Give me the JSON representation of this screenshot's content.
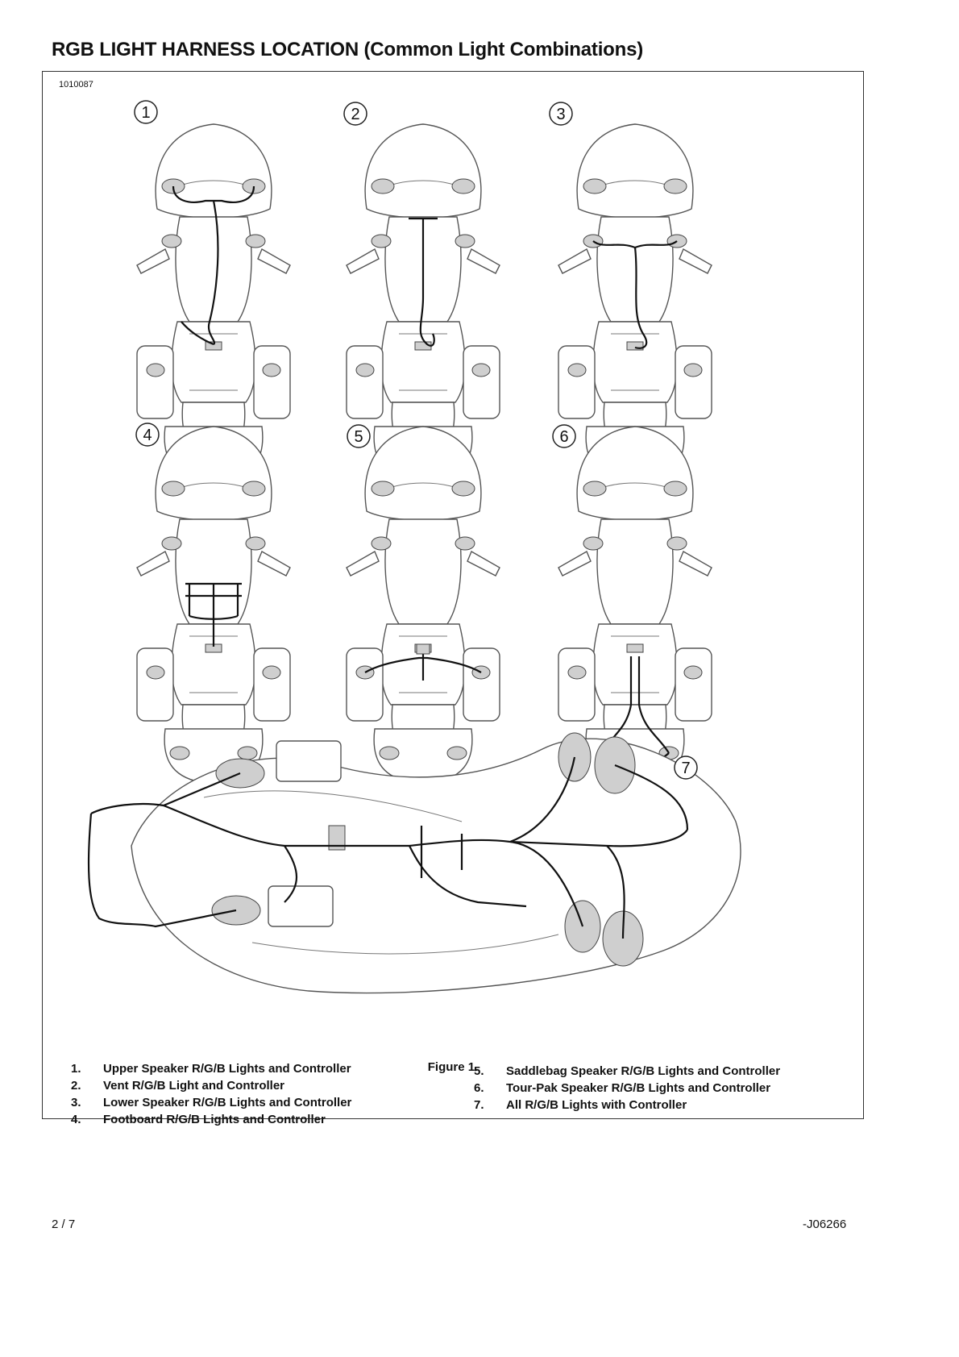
{
  "title": "RGB LIGHT HARNESS LOCATION (Common Light Combinations)",
  "figure": {
    "id": "1010087",
    "caption": "Figure 1.",
    "panels": [
      "1",
      "2",
      "3",
      "4",
      "5",
      "6",
      "7"
    ]
  },
  "legend": {
    "left": [
      {
        "num": "1.",
        "label": "Upper Speaker R/G/B Lights and Controller"
      },
      {
        "num": "2.",
        "label": "Vent R/G/B Light and Controller"
      },
      {
        "num": "3.",
        "label": "Lower Speaker R/G/B Lights and Controller"
      },
      {
        "num": "4.",
        "label": "Footboard R/G/B Lights and Controller"
      }
    ],
    "right": [
      {
        "num": "5.",
        "label": "Saddlebag Speaker R/G/B Lights and Controller"
      },
      {
        "num": "6.",
        "label": "Tour-Pak Speaker R/G/B Lights and Controller"
      },
      {
        "num": "7.",
        "label": "All R/G/B Lights with Controller"
      }
    ]
  },
  "footer": {
    "page": "2 / 7",
    "doc_number": "-J06266"
  }
}
